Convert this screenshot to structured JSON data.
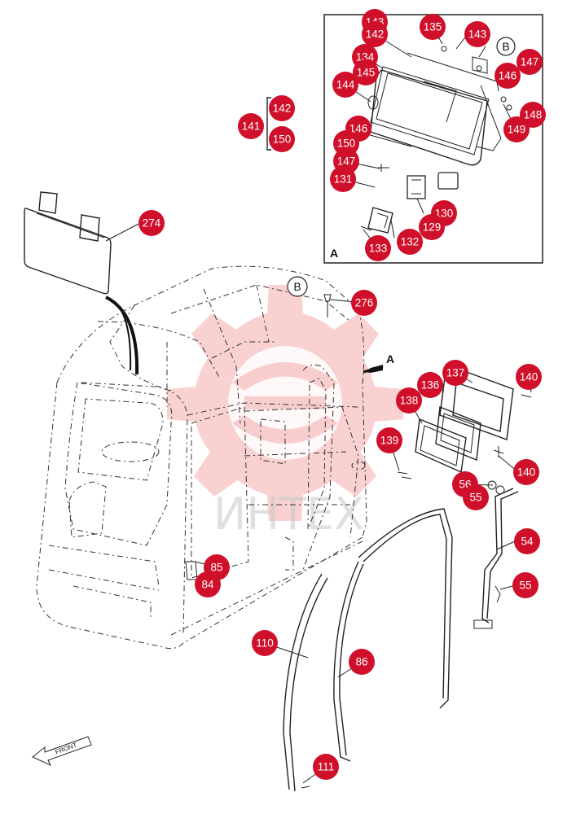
{
  "watermark": {
    "text": "ИНТЕХ"
  },
  "detail": {
    "label": "A"
  },
  "view_markers": {
    "arrow_label": "A",
    "circle_label": "B",
    "detail_circle_label": "B"
  },
  "front": {
    "label": "FRONT"
  },
  "group": {
    "parent": "141",
    "children": [
      "142",
      "150"
    ]
  },
  "callouts": [
    {
      "id": "c143a",
      "label": "143"
    },
    {
      "id": "c135",
      "label": "135"
    },
    {
      "id": "c143b",
      "label": "143"
    },
    {
      "id": "c142",
      "label": "142"
    },
    {
      "id": "c134",
      "label": "134"
    },
    {
      "id": "c145",
      "label": "145"
    },
    {
      "id": "c147a",
      "label": "147"
    },
    {
      "id": "c146a",
      "label": "146"
    },
    {
      "id": "c144",
      "label": "144"
    },
    {
      "id": "c148",
      "label": "148"
    },
    {
      "id": "c149",
      "label": "149"
    },
    {
      "id": "c146b",
      "label": "146"
    },
    {
      "id": "c150",
      "label": "150"
    },
    {
      "id": "c147b",
      "label": "147"
    },
    {
      "id": "c131",
      "label": "131"
    },
    {
      "id": "c130",
      "label": "130"
    },
    {
      "id": "c129",
      "label": "129"
    },
    {
      "id": "c132",
      "label": "132"
    },
    {
      "id": "c133",
      "label": "133"
    },
    {
      "id": "c274",
      "label": "274"
    },
    {
      "id": "c276",
      "label": "276"
    },
    {
      "id": "c137",
      "label": "137"
    },
    {
      "id": "c140a",
      "label": "140"
    },
    {
      "id": "c136",
      "label": "136"
    },
    {
      "id": "c138",
      "label": "138"
    },
    {
      "id": "c139",
      "label": "139"
    },
    {
      "id": "c140b",
      "label": "140"
    },
    {
      "id": "c56",
      "label": "56"
    },
    {
      "id": "c55a",
      "label": "55"
    },
    {
      "id": "c54",
      "label": "54"
    },
    {
      "id": "c55b",
      "label": "55"
    },
    {
      "id": "c85",
      "label": "85"
    },
    {
      "id": "c84",
      "label": "84"
    },
    {
      "id": "c110",
      "label": "110"
    },
    {
      "id": "c86",
      "label": "86"
    },
    {
      "id": "c111",
      "label": "111"
    }
  ]
}
